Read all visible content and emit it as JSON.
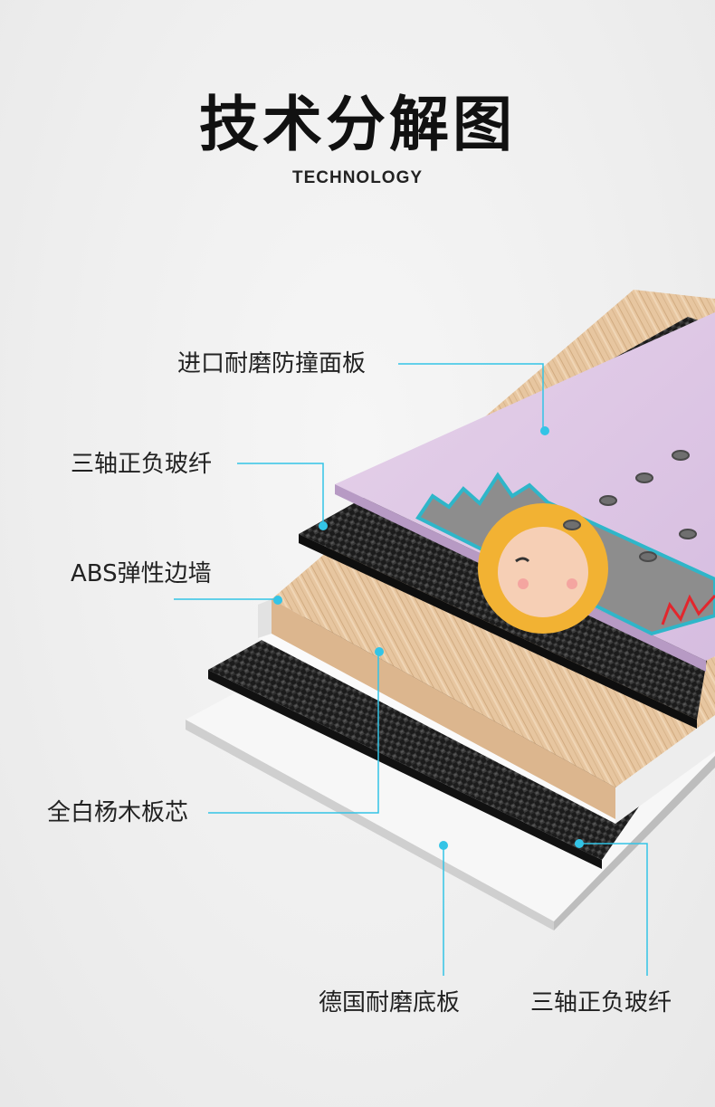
{
  "header": {
    "title": "技术分解图",
    "subtitle": "TECHNOLOGY"
  },
  "accent_color": "#33c4e6",
  "layers": [
    {
      "id": "top-panel",
      "label": "进口耐磨防撞面板"
    },
    {
      "id": "upper-fiber",
      "label": "三轴正负玻纤"
    },
    {
      "id": "abs-wall",
      "label": "ABS弹性边墙"
    },
    {
      "id": "wood-core",
      "label": "全白杨木板芯"
    },
    {
      "id": "base",
      "label": "德国耐磨底板"
    },
    {
      "id": "lower-fiber",
      "label": "三轴正负玻纤"
    }
  ]
}
